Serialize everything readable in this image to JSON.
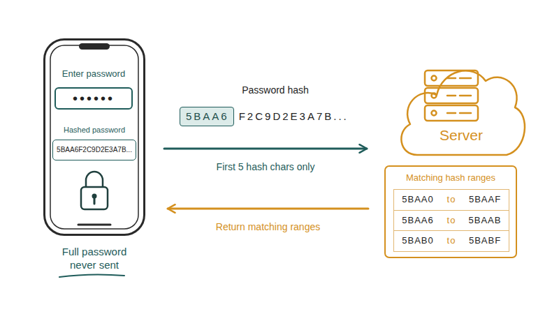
{
  "diagram": {
    "nodes": [
      {
        "text": [
          "Full password never sent"
        ]
      },
      {
        "text": [
          "Enter password",
          "••••••"
        ],
        "in": 0
      },
      {
        "text": [
          "Hashed password",
          "5BAA6F2C9D2E3A7B..."
        ],
        "in": 0
      },
      {
        "text": [
          "5BAA6"
        ]
      },
      {
        "text": [
          "Server"
        ]
      },
      {
        "text": [
          "Matching hash ranges"
        ]
      },
      {
        "text": [
          "5BAA0",
          "to",
          "5BAAF"
        ],
        "in": 5
      },
      {
        "text": [
          "5BAA6",
          "to",
          "5BAAB"
        ],
        "in": 5
      },
      {
        "text": [
          "5BAB0",
          "to",
          "5BABF"
        ],
        "in": 5
      }
    ],
    "edges": [
      {
        "from": 0,
        "to": 4,
        "arrow": "to",
        "label": "First 5 hash chars only"
      },
      {
        "from": 5,
        "to": 0,
        "arrow": "to",
        "label": "Return matching ranges"
      }
    ],
    "labels": [
      "Password hash",
      "F2C9D2E3A7B..."
    ]
  }
}
